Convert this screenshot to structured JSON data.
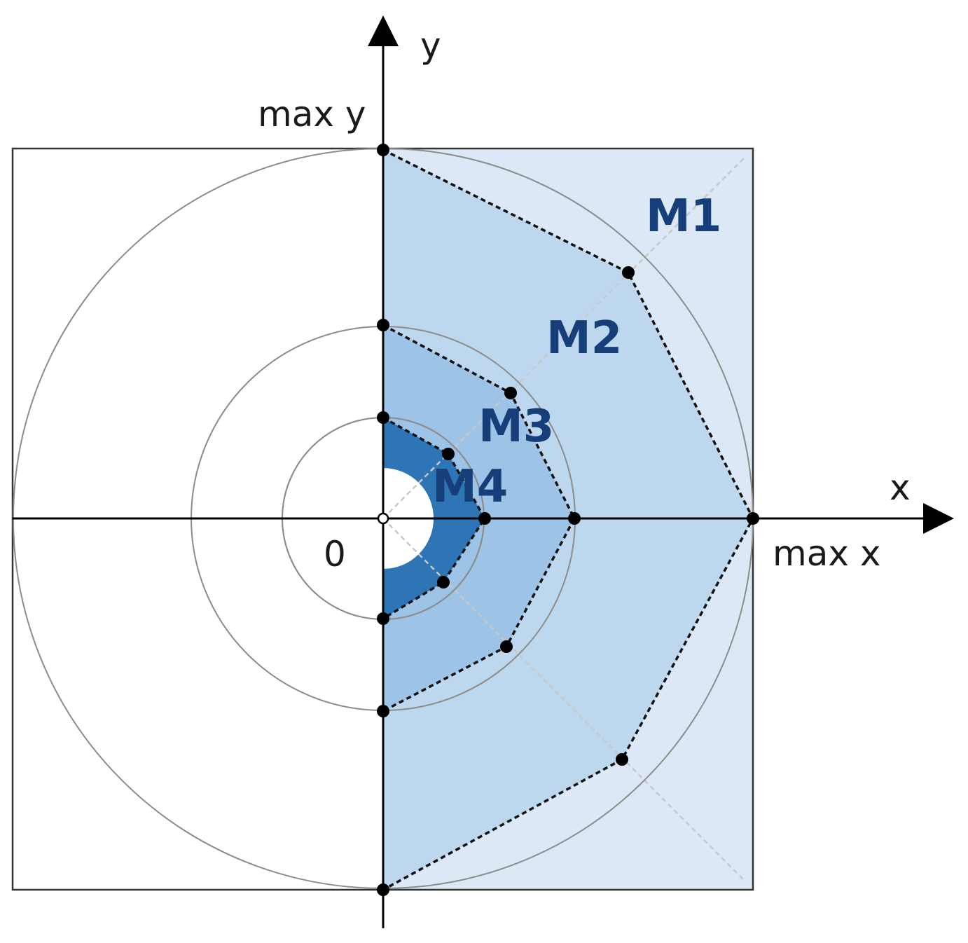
{
  "axes": {
    "x_label": "x",
    "y_label": "y",
    "max_x_label": "max x",
    "max_y_label": "max y",
    "origin_label": "0"
  },
  "regions": [
    {
      "label": "M1",
      "color": "#dce8f5"
    },
    {
      "label": "M2",
      "color": "#bdd7ee"
    },
    {
      "label": "M3",
      "color": "#9dc3e6"
    },
    {
      "label": "M4",
      "color": "#2e75b6"
    }
  ],
  "colors": {
    "axis": "#000000",
    "circle": "#8c8c8c",
    "diagonal": "#c8c8c8",
    "label": "#163f7a"
  }
}
